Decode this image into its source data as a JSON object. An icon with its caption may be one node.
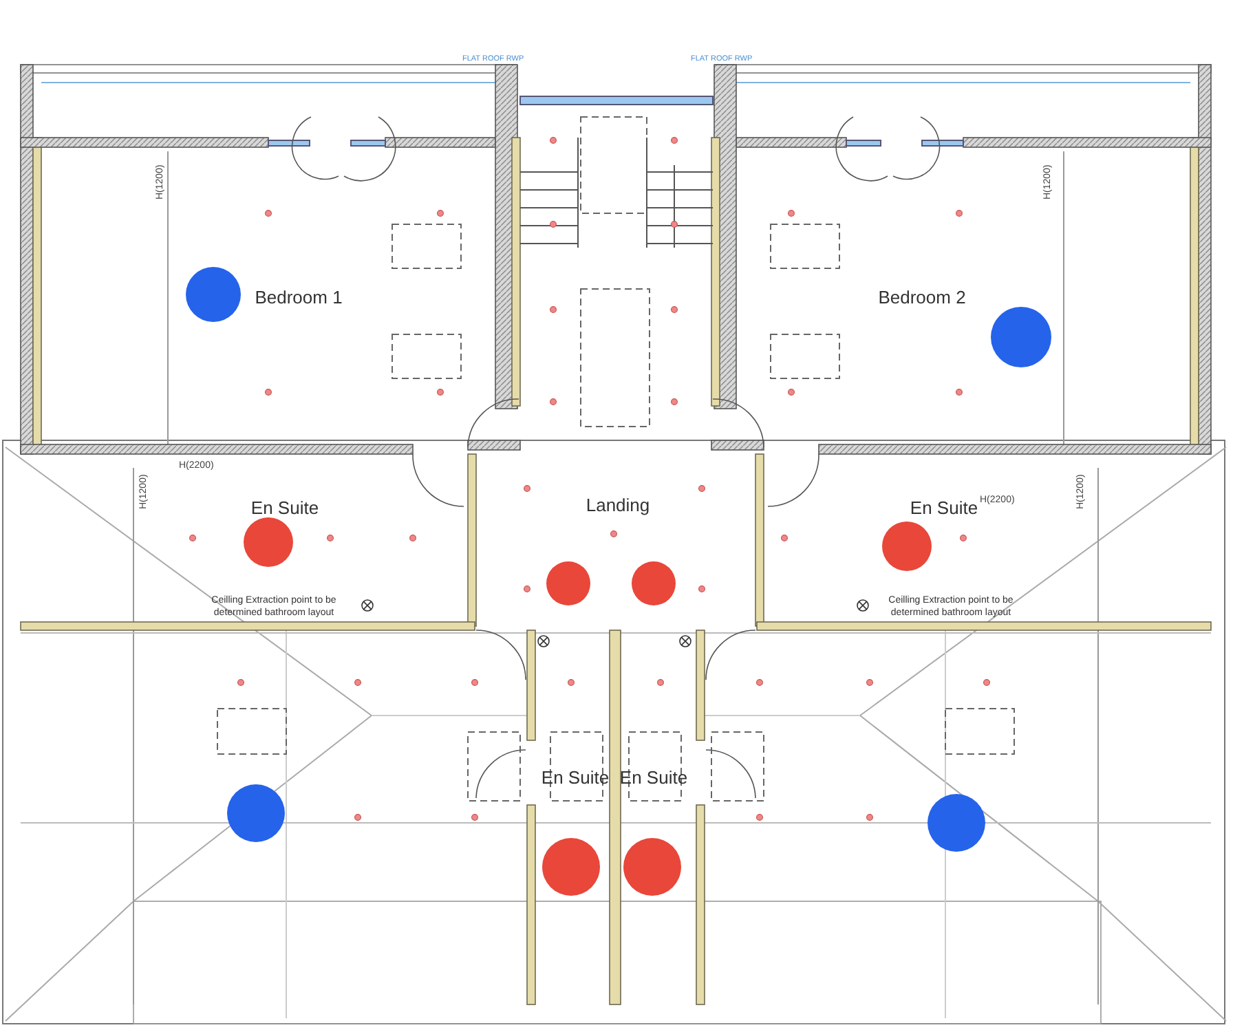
{
  "diagram": {
    "nodes": [
      {
        "text": [
          "Bedroom 1"
        ]
      },
      {
        "text": [
          "Bedroom 2"
        ]
      },
      {
        "text": [
          "En Suite"
        ]
      },
      {
        "text": [
          "Landing"
        ]
      },
      {
        "text": [
          "En Suite"
        ]
      },
      {
        "text": [
          "En Suite"
        ]
      },
      {
        "text": [
          "En Suite"
        ]
      }
    ],
    "edges": [],
    "labels": [
      "FLAT ROOF RWP",
      "FLAT ROOF RWP",
      "H(1200)",
      "H(1200)",
      "H(2200)",
      "H(1200)",
      "H(2200)",
      "H(1200)",
      "Ceilling Extraction point to be determined bathroom layout",
      "Ceilling Extraction point to be determined bathroom layout"
    ]
  }
}
